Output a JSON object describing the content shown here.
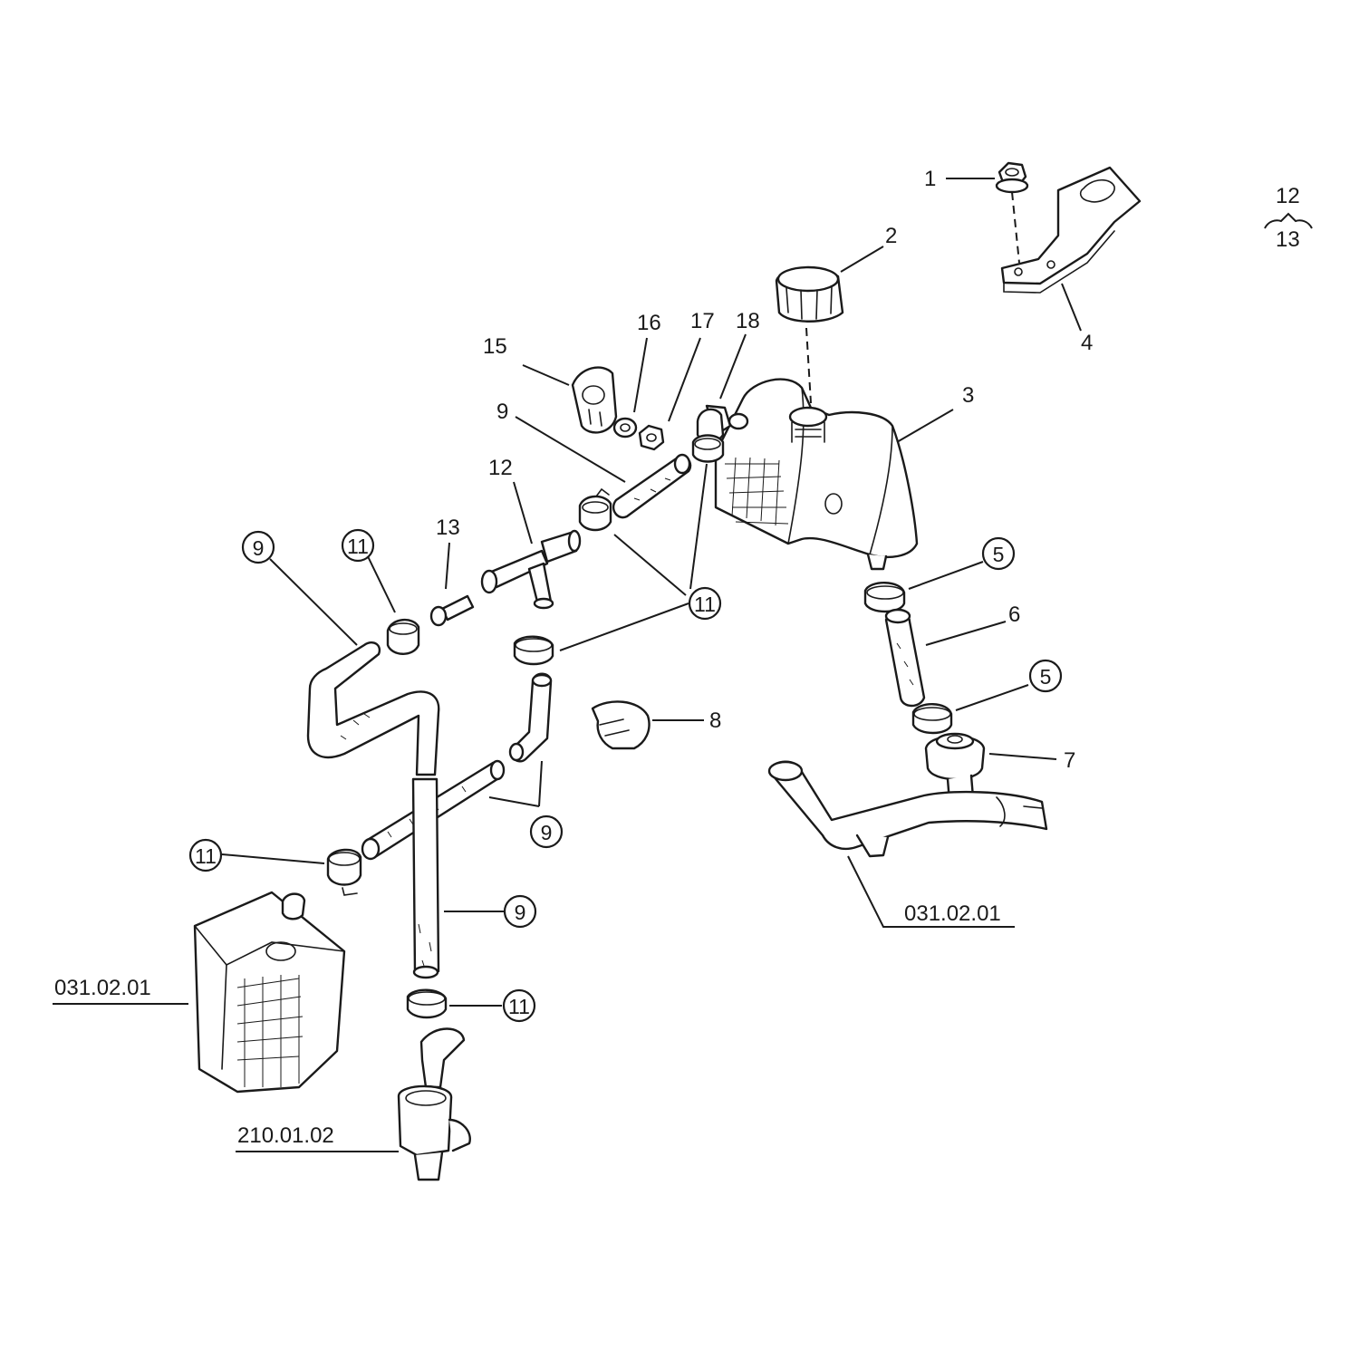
{
  "labels": {
    "l1": "1",
    "l2": "2",
    "l3": "3",
    "l4": "4",
    "l5a": "5",
    "l5b": "5",
    "l6": "6",
    "l7": "7",
    "l8": "8",
    "l9_top": "9",
    "l9_left": "9",
    "l9_mid": "9",
    "l9_low": "9",
    "l11_a": "11",
    "l11_center": "11",
    "l11_left": "11",
    "l11_bottom": "11",
    "l12": "12",
    "l13": "13",
    "l15": "15",
    "l16": "16",
    "l17": "17",
    "l18": "18",
    "variant_top": "12",
    "variant_bottom": "13"
  },
  "references": {
    "ref_right": "031.02.01",
    "ref_left": "031.02.01",
    "ref_bottom": "210.01.02"
  }
}
